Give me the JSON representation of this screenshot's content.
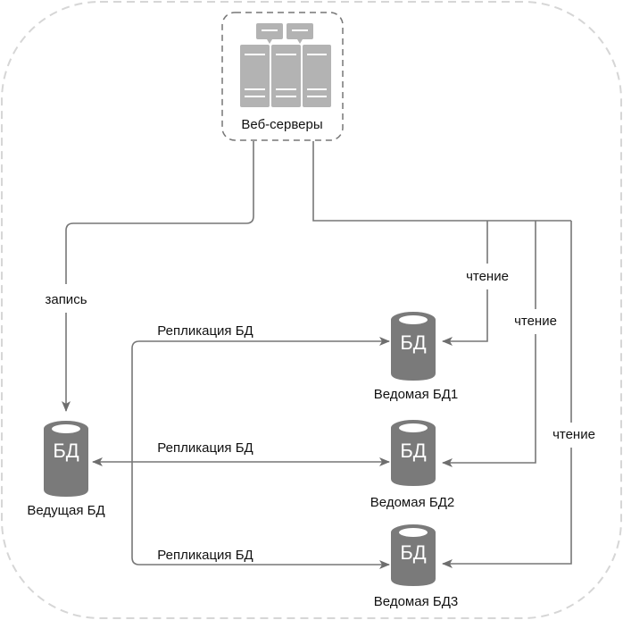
{
  "colors": {
    "outer_border": "#d4d4d4",
    "server_box_border": "#777777",
    "server_icon": "#b3b3b3",
    "db_icon": "#7a7a7a",
    "connector": "#777777",
    "text": "#111111"
  },
  "web_servers": {
    "label": "Веб-серверы",
    "icon": "server-rack-icon"
  },
  "master_db": {
    "icon_text": "БД",
    "label": "Ведущая БД",
    "icon": "database-icon"
  },
  "slaves": [
    {
      "icon_text": "БД",
      "label": "Ведомая БД1",
      "icon": "database-icon"
    },
    {
      "icon_text": "БД",
      "label": "Ведомая БД2",
      "icon": "database-icon"
    },
    {
      "icon_text": "БД",
      "label": "Ведомая БД3",
      "icon": "database-icon"
    }
  ],
  "edges": {
    "write_label": "запись",
    "read_labels": [
      "чтение",
      "чтение",
      "чтение"
    ],
    "replication_labels": [
      "Репликация БД",
      "Репликация БД",
      "Репликация БД"
    ]
  }
}
